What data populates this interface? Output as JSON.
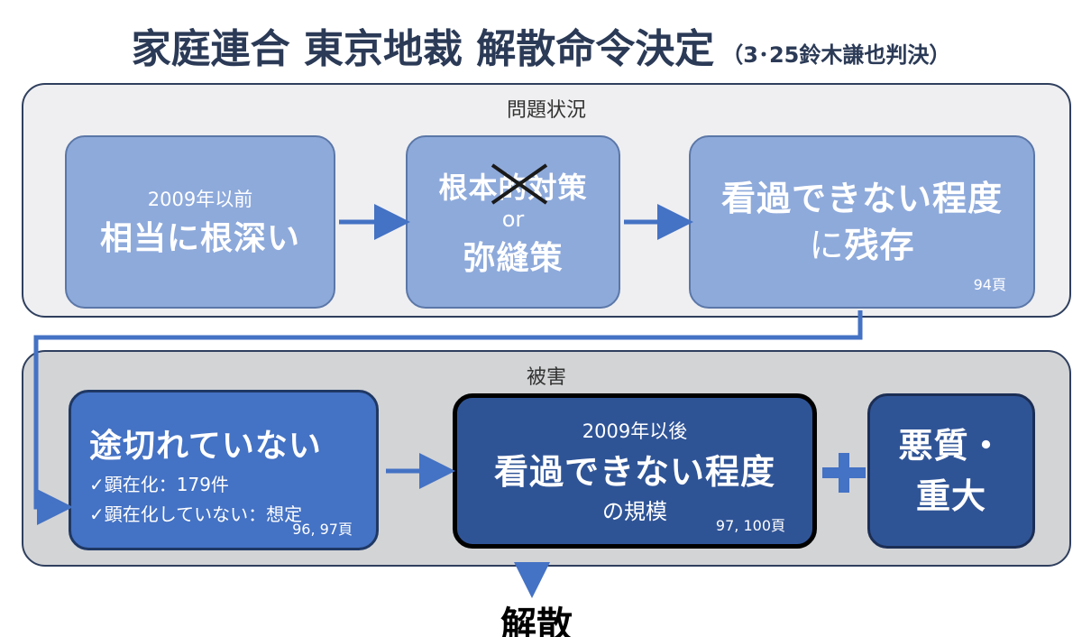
{
  "title": {
    "main": "家庭連合 東京地裁 解散命令決定",
    "sub": "（3･25鈴木謙也判決）"
  },
  "problem": {
    "label": "問題状況",
    "box1": {
      "small": "2009年以前",
      "big": "相当に根深い"
    },
    "box2": {
      "struck": "根本的対策",
      "or": "or",
      "big": "弥縫策"
    },
    "box3": {
      "line1": "看過できない程度",
      "line2_plain": "に",
      "line2_bold": "残存",
      "page": "94頁"
    }
  },
  "damage": {
    "label": "被害",
    "box4": {
      "big": "途切れていない",
      "check1": "✓顕在化：179件",
      "check2": "✓顕在化していない：想定",
      "page": "96, 97頁"
    },
    "box5": {
      "small": "2009年以後",
      "big": "看過できない程度",
      "med": "の規模",
      "page": "97, 100頁"
    },
    "box6": {
      "line1": "悪質・",
      "line2": "重大"
    }
  },
  "conclusion": "解散",
  "colors": {
    "title": "#2b3a56",
    "light_box": "#8eaadb",
    "mid_box": "#4472c4",
    "dark_box": "#2f5496",
    "arrow": "#4472c4"
  }
}
